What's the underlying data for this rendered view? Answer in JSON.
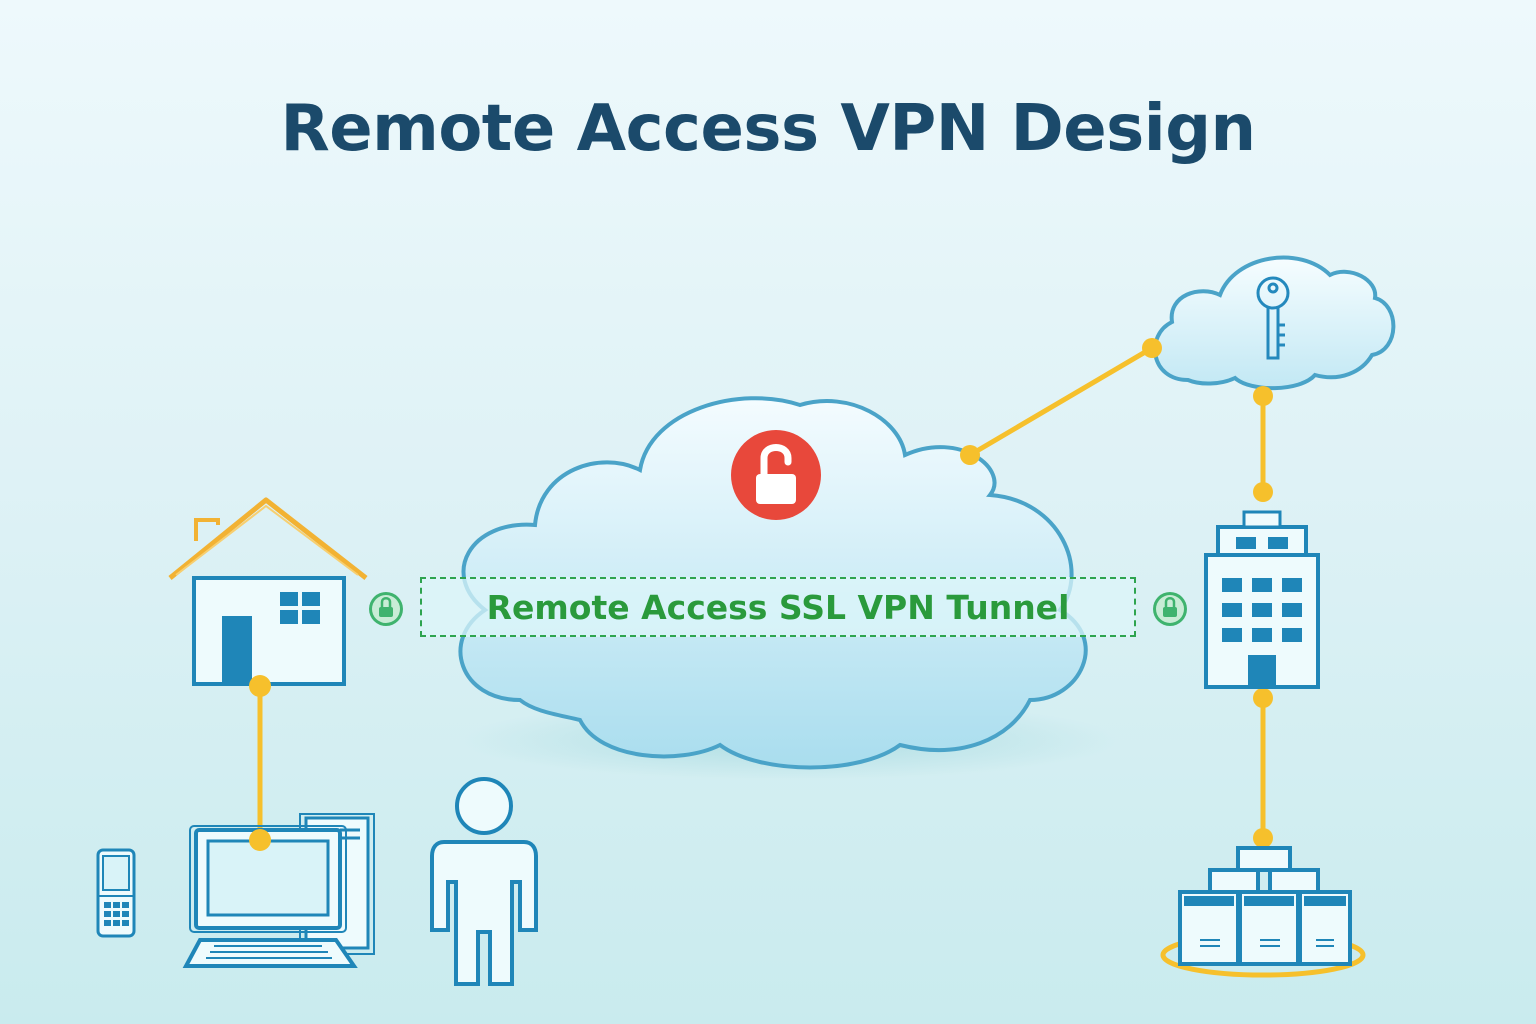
{
  "diagram": {
    "title": "Remote Access VPN Design",
    "tunnel_label": "Remote Access SSL VPN Tunnel",
    "nodes": [
      {
        "id": "home",
        "icon": "house-icon"
      },
      {
        "id": "vpn-cloud",
        "icon": "cloud-icon"
      },
      {
        "id": "auth-cloud",
        "icon": "key-icon"
      },
      {
        "id": "office",
        "icon": "office-building-icon"
      },
      {
        "id": "servers",
        "icon": "server-rack-icon"
      },
      {
        "id": "laptop",
        "icon": "laptop-icon"
      },
      {
        "id": "desktop",
        "icon": "desktop-icon"
      },
      {
        "id": "phone",
        "icon": "mobile-phone-icon"
      },
      {
        "id": "user",
        "icon": "user-icon"
      }
    ],
    "connections": [
      {
        "from": "home",
        "to": "laptop"
      },
      {
        "from": "vpn-cloud",
        "to": "auth-cloud"
      },
      {
        "from": "auth-cloud",
        "to": "office"
      },
      {
        "from": "office",
        "to": "servers"
      }
    ],
    "colors": {
      "title": "#1b4a6b",
      "outline": "#1f86b8",
      "house_roof": "#f2b233",
      "connector": "#f6c02c",
      "tunnel_text": "#2a9a3c",
      "unlock_badge": "#e8483b",
      "lock_badge": "#3fb36e"
    }
  }
}
